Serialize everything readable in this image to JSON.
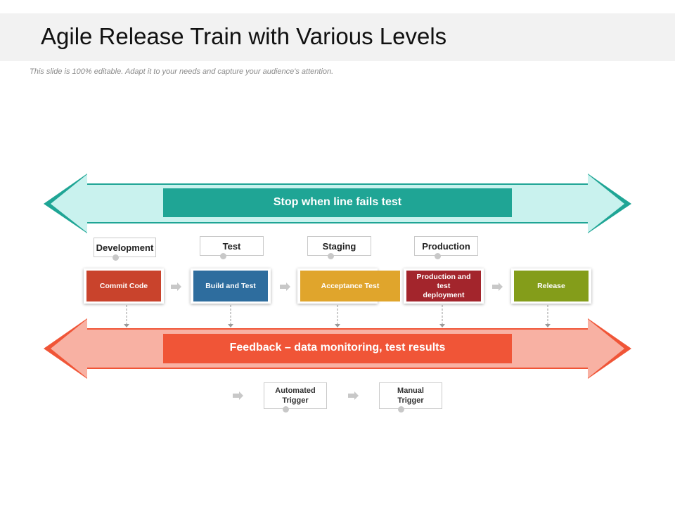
{
  "slide": {
    "title": "Agile Release Train with Various Levels",
    "subtitle": "This slide is 100% editable. Adapt it to your needs and capture your audience's attention."
  },
  "top_band": {
    "label": "Stop when line fails test",
    "color": "#1fa595",
    "light": "#c9f2ee"
  },
  "bottom_band": {
    "label": "Feedback – data monitoring, test results",
    "color": "#f05537",
    "light": "#f8b1a3"
  },
  "stages": [
    {
      "label": "Development"
    },
    {
      "label": "Test"
    },
    {
      "label": "Staging"
    },
    {
      "label": "Production"
    }
  ],
  "steps": [
    {
      "label": "Commit Code",
      "color": "#c9432c"
    },
    {
      "label": "Build and Test",
      "color": "#2e6d9e"
    },
    {
      "label": "Acceptance Test",
      "color": "#e0a52c"
    },
    {
      "label": "Production and test deployment",
      "color": "#a3252c"
    },
    {
      "label": "Release",
      "color": "#849d1a"
    }
  ],
  "triggers": [
    {
      "label": "Automated Trigger"
    },
    {
      "label": "Manual Trigger"
    }
  ]
}
